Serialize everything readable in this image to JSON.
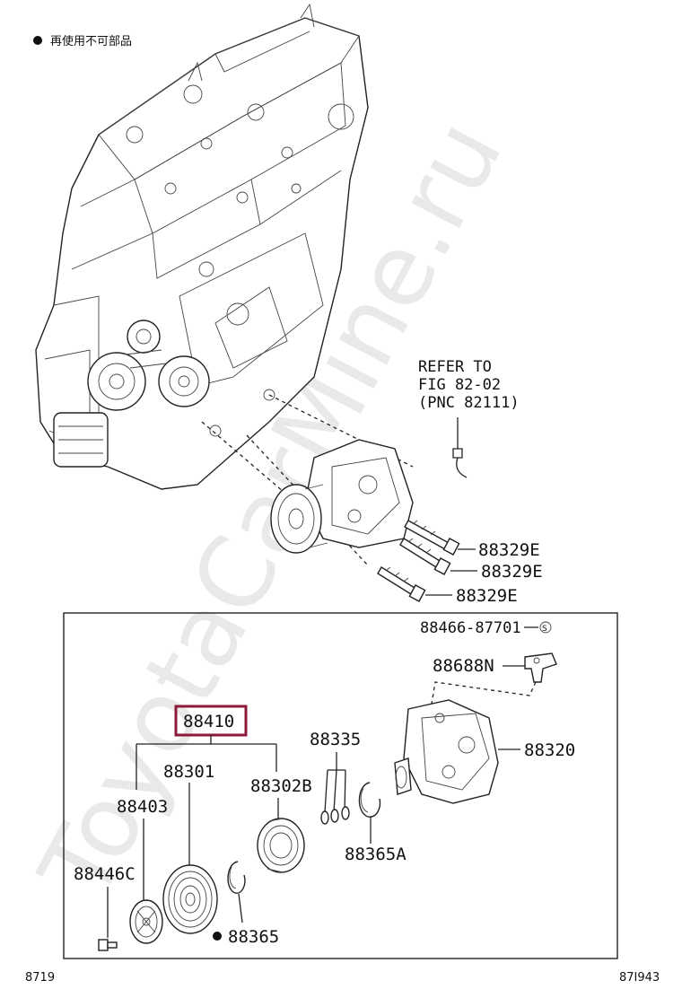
{
  "header_note": "再使用不可部品",
  "watermark": "ToyotaCarMine.ru",
  "refer": {
    "line1": "REFER TO",
    "line2": "FIG 82-02",
    "line3": "(PNC 82111)"
  },
  "labels": {
    "bolt_1": "88329E",
    "bolt_2": "88329E",
    "bolt_3": "88329E",
    "screw": "88466-87701",
    "bracket": "88688N",
    "clutch_assy": "88410",
    "shims": "88335",
    "compressor": "88320",
    "pulley": "88301",
    "bearing": "88302B",
    "hub": "88403",
    "snap_ring_a": "88365A",
    "hub_bolt": "88446C",
    "snap_ring": "88365"
  },
  "footer": {
    "left": "8719",
    "right": "87I943"
  },
  "colors": {
    "highlight_box": "#8b1a3a",
    "line": "#222222",
    "watermark": "#e9e9e9"
  }
}
